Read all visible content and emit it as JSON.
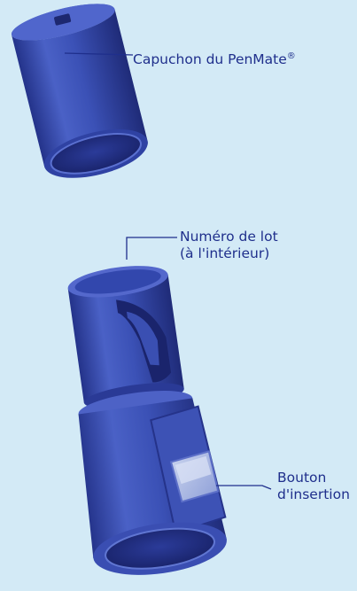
{
  "labels": {
    "cap": "Capuchon du PenMate",
    "cap_mark": "®",
    "lot_line1": "Numéro de lot",
    "lot_line2": "(à l'intérieur)",
    "button_line1": "Bouton",
    "button_line2": "d'insertion"
  },
  "colors": {
    "background": "#d3eaf6",
    "device_blue": "#3e52b4",
    "device_dark": "#23307a",
    "label_text": "#1f2f8c",
    "leader_line": "#1f2f8c"
  }
}
